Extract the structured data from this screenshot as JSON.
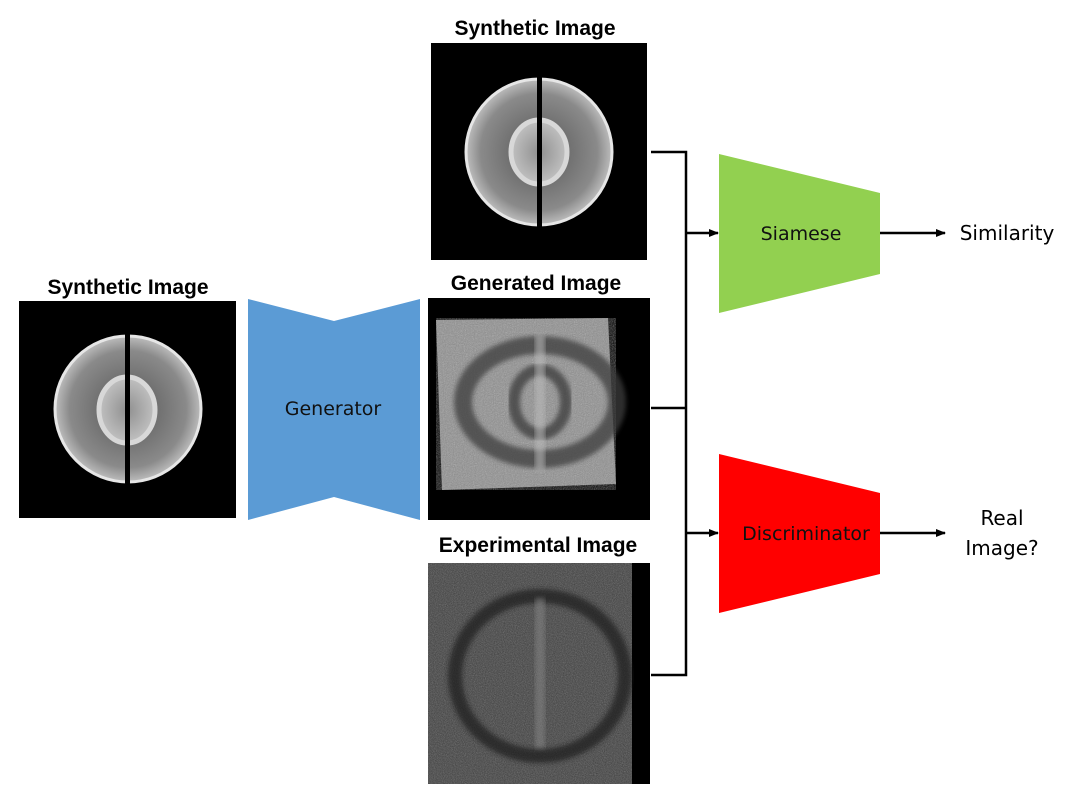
{
  "captions": {
    "input_synthetic": "Synthetic Image",
    "top_synthetic": "Synthetic Image",
    "generated": "Generated Image",
    "experimental": "Experimental Image"
  },
  "blocks": {
    "generator": "Generator",
    "siamese": "Siamese",
    "discriminator": "Discriminator"
  },
  "outputs": {
    "similarity": "Similarity",
    "real_line1": "Real",
    "real_line2": "Image?"
  },
  "colors": {
    "generator": "#5b9bd5",
    "siamese": "#92d050",
    "discriminator": "#ff0000"
  }
}
